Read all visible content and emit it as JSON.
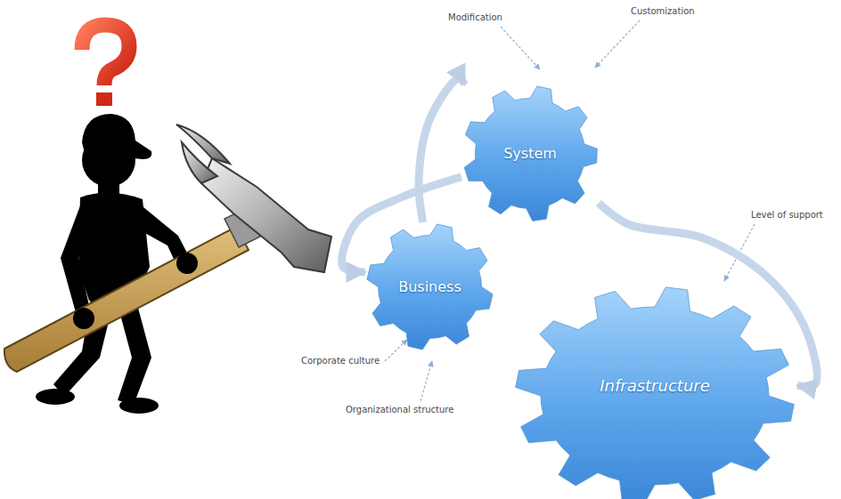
{
  "diagram": {
    "nodes": [
      {
        "text": [
          "System"
        ]
      },
      {
        "text": [
          "Business"
        ]
      },
      {
        "text": [
          "Infrastructure"
        ]
      }
    ],
    "edges": [
      {
        "from": 1,
        "to": 0,
        "arrow": "to"
      },
      {
        "from": 0,
        "to": 1,
        "arrow": "to"
      },
      {
        "from": 0,
        "to": 2,
        "arrow": "to"
      }
    ],
    "labels": [
      "Modification",
      "Customization",
      "Level of support",
      "Corporate culture",
      "Organizational structure"
    ]
  }
}
